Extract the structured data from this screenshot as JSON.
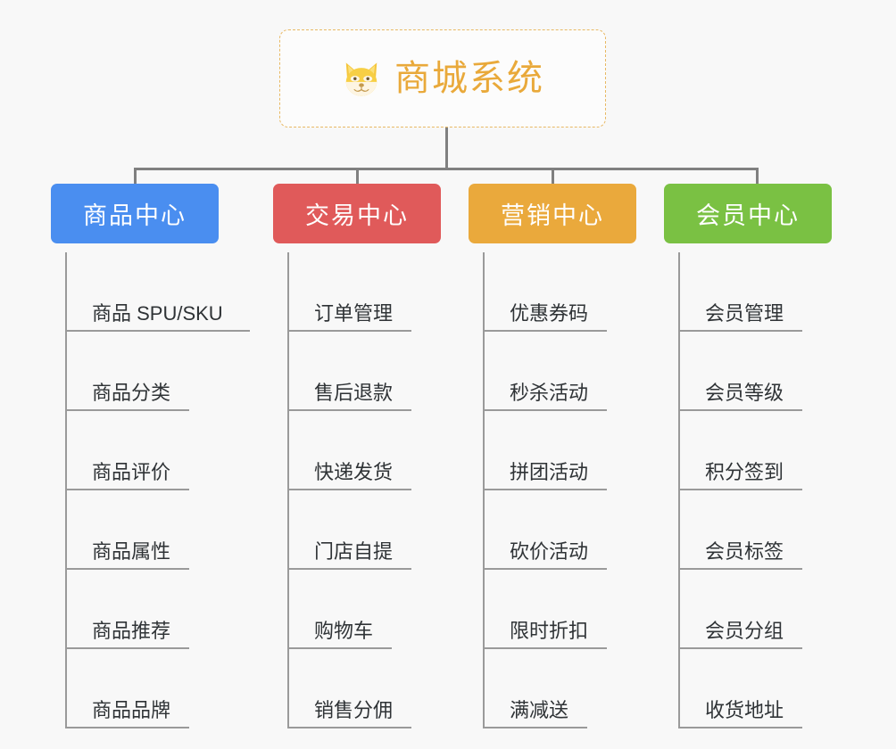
{
  "page": {
    "background_color": "#f8f8f8",
    "line_color": "#808080",
    "leaf_line_color": "#9a9a9a",
    "leaf_text_color": "#2f3336"
  },
  "root": {
    "title": "商城系统",
    "icon": "shiba-inu-dog-face-emoji",
    "accent_color": "#e9a93a",
    "border_color": "#e8b964",
    "background_color": "#fcfcfc"
  },
  "columns": [
    {
      "title": "商品中心",
      "color": "#4a8ef0",
      "items": [
        "商品 SPU/SKU",
        "商品分类",
        "商品评价",
        "商品属性",
        "商品推荐",
        "商品品牌"
      ]
    },
    {
      "title": "交易中心",
      "color": "#e05a5a",
      "items": [
        "订单管理",
        "售后退款",
        "快递发货",
        "门店自提",
        "购物车",
        "销售分佣"
      ]
    },
    {
      "title": "营销中心",
      "color": "#eaa93c",
      "items": [
        "优惠券码",
        "秒杀活动",
        "拼团活动",
        "砍价活动",
        "限时折扣",
        "满减送"
      ]
    },
    {
      "title": "会员中心",
      "color": "#7ac143",
      "items": [
        "会员管理",
        "会员等级",
        "积分签到",
        "会员标签",
        "会员分组",
        "收货地址"
      ]
    }
  ]
}
